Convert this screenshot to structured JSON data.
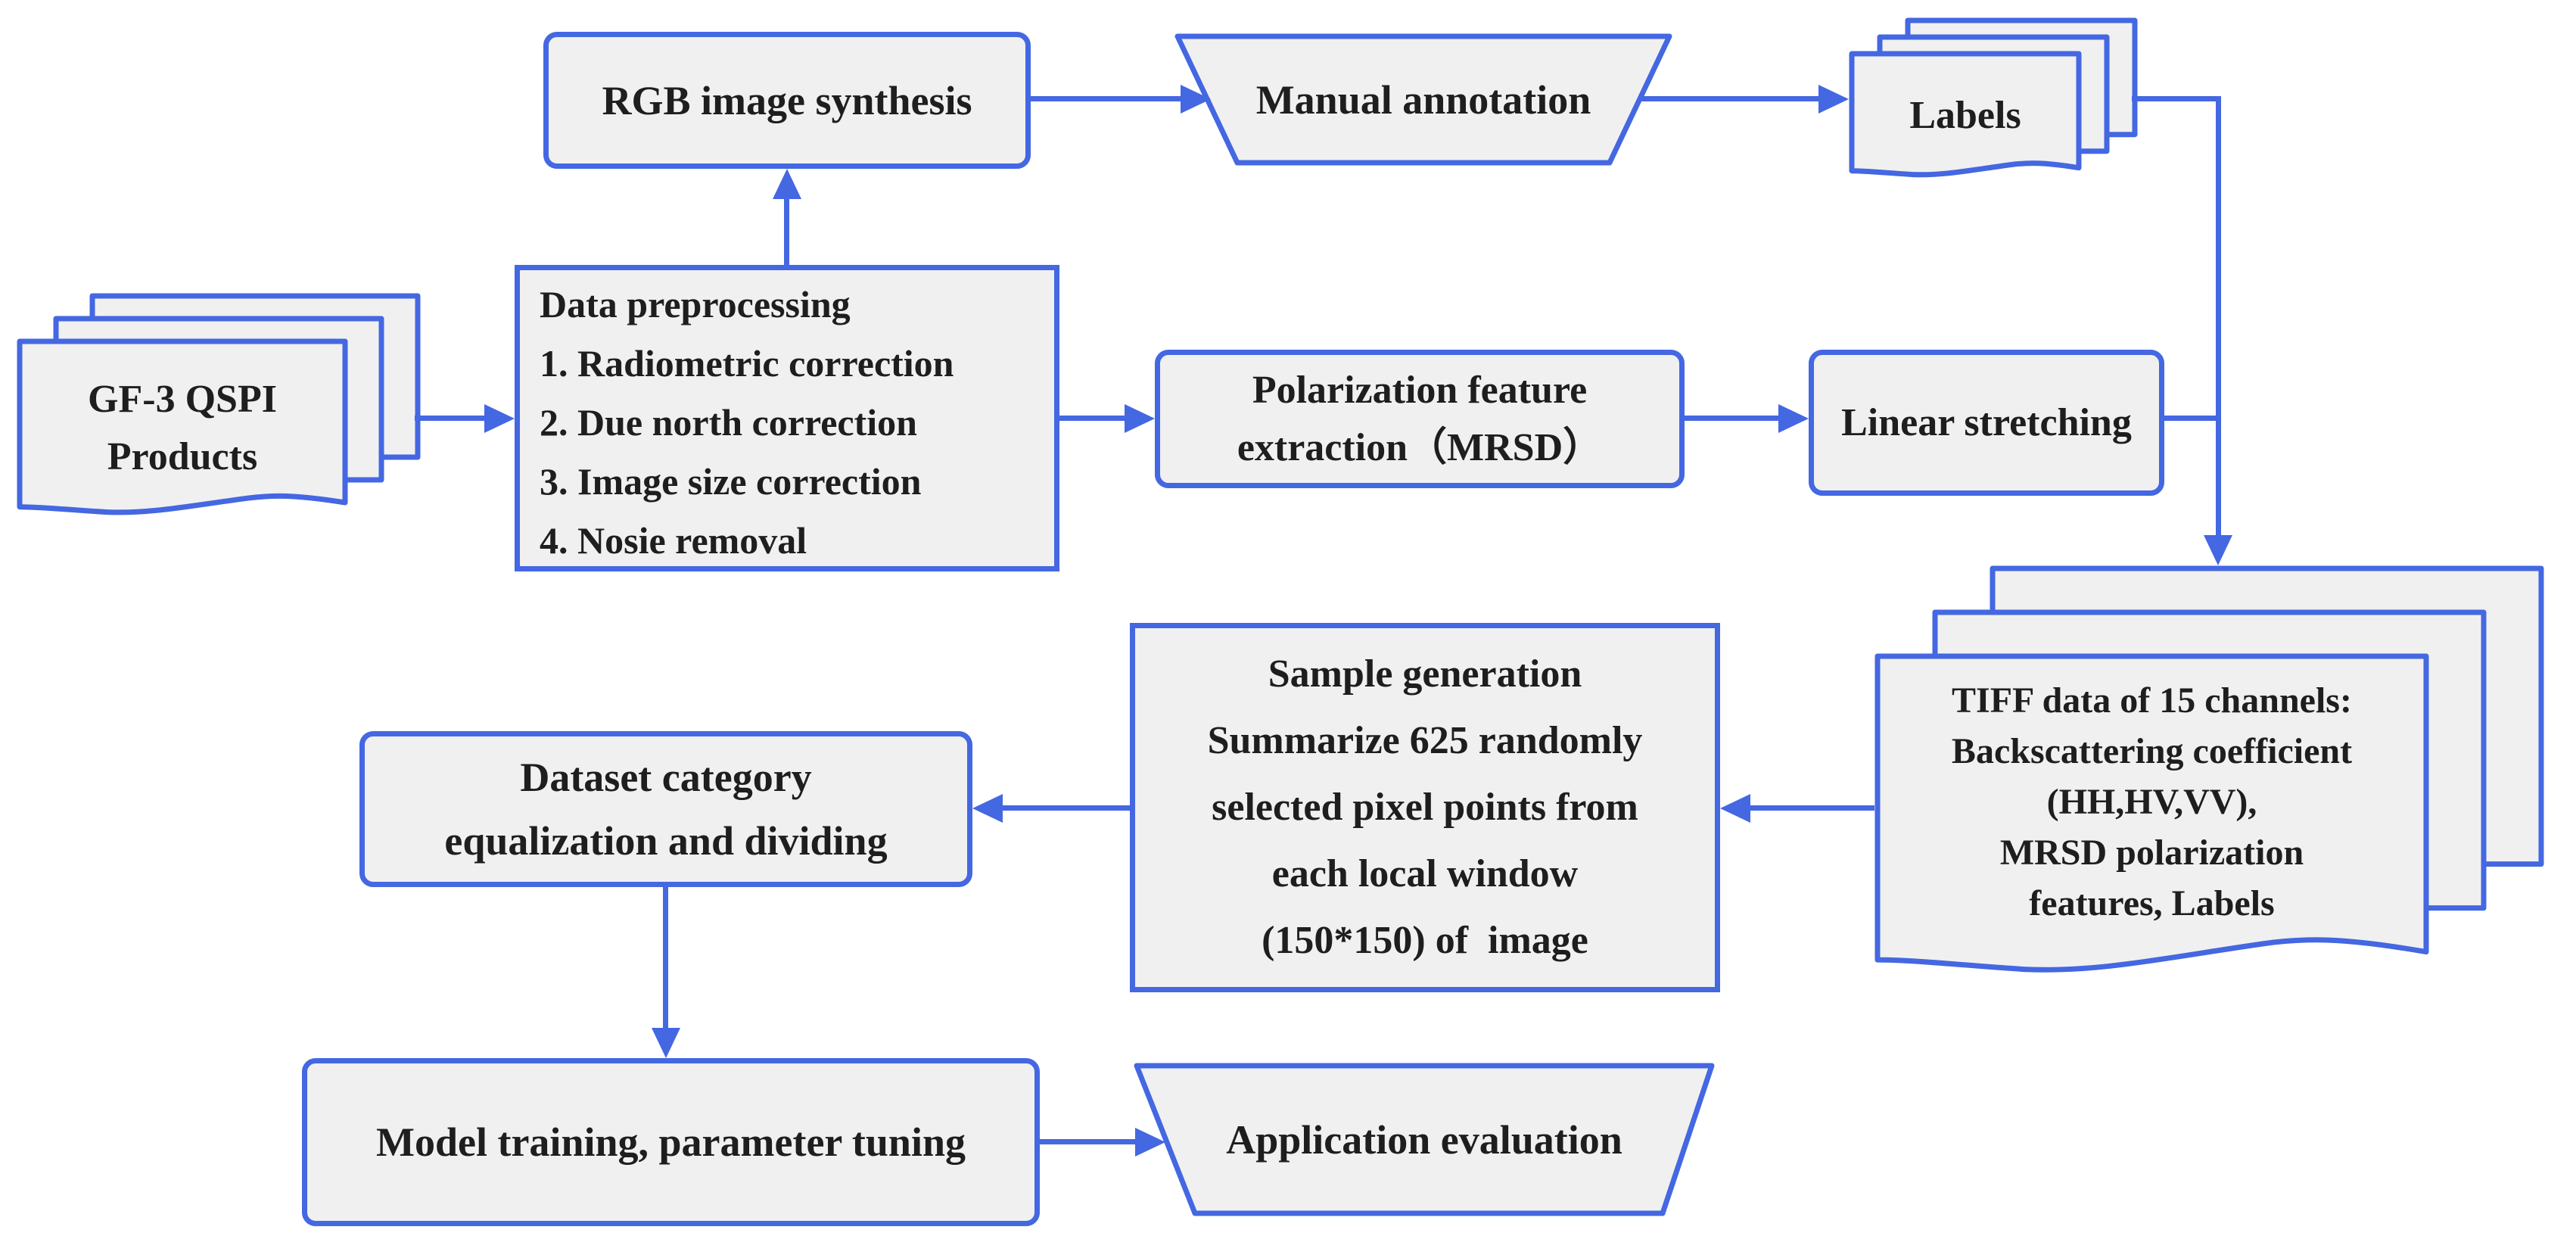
{
  "palette": {
    "accent_blue": "#4467E2",
    "node_fill": "#F0F0F0",
    "text_color": "#1E1E1E",
    "background": "#FFFFFF"
  },
  "nodes": {
    "gf3_products": {
      "shape": "document-stack",
      "lines": [
        "GF-3 QSPI",
        "Products"
      ]
    },
    "rgb_image_synthesis": {
      "shape": "rounded-rect",
      "label": "RGB image synthesis"
    },
    "manual_annotation": {
      "shape": "trapezoid",
      "label": "Manual annotation"
    },
    "labels": {
      "shape": "document-stack",
      "label": "Labels"
    },
    "data_preprocessing": {
      "shape": "rect",
      "lines": [
        "Data preprocessing",
        "1. Radiometric correction",
        "2. Due north correction",
        "3. Image size correction",
        "4. Nosie removal"
      ]
    },
    "polarization_feature_extraction": {
      "shape": "rounded-rect",
      "lines": [
        "Polarization feature",
        "extraction（MRSD）"
      ]
    },
    "linear_stretching": {
      "shape": "rounded-rect",
      "label": "Linear stretching"
    },
    "tiff_data": {
      "shape": "document-stack",
      "lines": [
        "TIFF data of 15 channels:",
        "Backscattering coefficient",
        "(HH,HV,VV),",
        "MRSD polarization",
        "features, Labels"
      ]
    },
    "sample_generation": {
      "shape": "rect",
      "lines": [
        "Sample generation",
        "Summarize 625 randomly",
        "selected pixel points from",
        "each local window",
        "(150*150) of  image"
      ]
    },
    "dataset_category": {
      "shape": "rounded-rect",
      "lines": [
        "Dataset category",
        "equalization and dividing"
      ]
    },
    "model_training": {
      "shape": "rounded-rect",
      "label": "Model training, parameter tuning"
    },
    "application_evaluation": {
      "shape": "trapezoid",
      "label": "Application evaluation"
    }
  },
  "edges": [
    {
      "from": "GF-3 QSPI Products",
      "to": "Data preprocessing"
    },
    {
      "from": "Data preprocessing",
      "to": "RGB image synthesis"
    },
    {
      "from": "RGB image synthesis",
      "to": "Manual annotation"
    },
    {
      "from": "Manual annotation",
      "to": "Labels"
    },
    {
      "from": "Labels",
      "to": "TIFF data of 15 channels"
    },
    {
      "from": "Data preprocessing",
      "to": "Polarization feature extraction (MRSD)"
    },
    {
      "from": "Polarization feature extraction (MRSD)",
      "to": "Linear stretching"
    },
    {
      "from": "Linear stretching",
      "to": "TIFF data of 15 channels"
    },
    {
      "from": "TIFF data of 15 channels",
      "to": "Sample generation"
    },
    {
      "from": "Sample generation",
      "to": "Dataset category equalization and dividing"
    },
    {
      "from": "Dataset category equalization and dividing",
      "to": "Model training, parameter tuning"
    },
    {
      "from": "Model training, parameter tuning",
      "to": "Application evaluation"
    }
  ]
}
